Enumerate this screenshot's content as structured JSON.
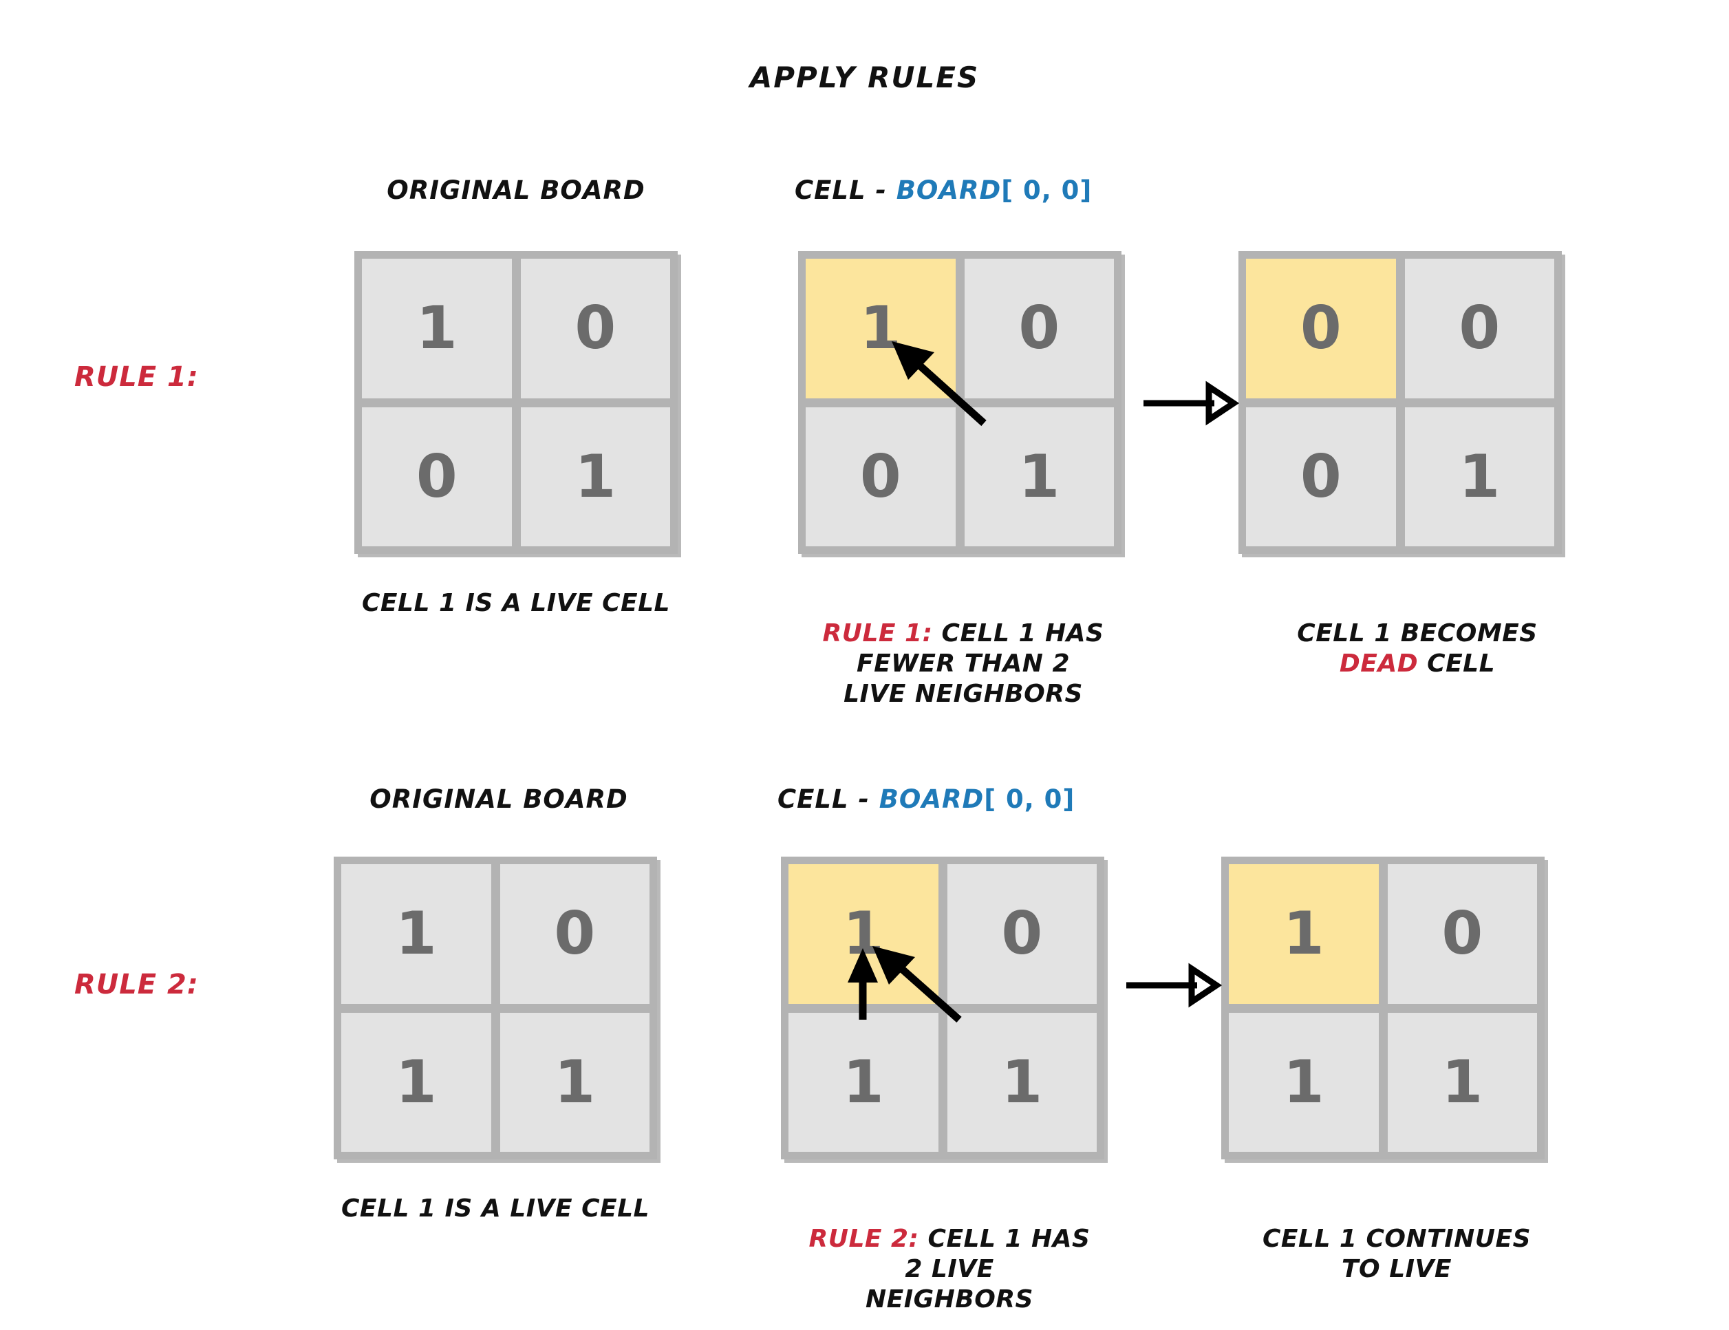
{
  "title": "APPLY RULES",
  "colors": {
    "red": "#cc2a3c",
    "blue": "#1f7ab8",
    "highlight": "#fce59d",
    "cell": "#e3e3e3",
    "grid_border": "#b3b3b3",
    "digit": "#6b6b6b",
    "text": "#111111"
  },
  "rows": [
    {
      "rule_label": "RULE 1:",
      "original": {
        "header": "ORIGINAL BOARD",
        "cells": [
          [
            "1",
            "0"
          ],
          [
            "0",
            "1"
          ]
        ],
        "highlight": [],
        "caption_plain": "CELL 1 IS A LIVE CELL"
      },
      "cell_board": {
        "header_prefix": "CELL - ",
        "header_board": "BOARD",
        "header_index": "[ 0, 0]",
        "cells": [
          [
            "1",
            "0"
          ],
          [
            "0",
            "1"
          ]
        ],
        "highlight": [
          [
            0,
            0
          ]
        ],
        "caption_rule": "RULE 1:",
        "caption_rest": " CELL 1 HAS\nFEWER THAN 2\nLIVE NEIGHBORS",
        "neighbor_arrows": [
          "diagonal-from-bottom-right"
        ]
      },
      "result": {
        "cells": [
          [
            "0",
            "0"
          ],
          [
            "0",
            "1"
          ]
        ],
        "highlight": [
          [
            0,
            0
          ]
        ],
        "caption_before": "CELL 1 BECOMES\n",
        "caption_emphasis": "DEAD",
        "caption_after": " CELL"
      }
    },
    {
      "rule_label": "RULE 2:",
      "original": {
        "header": "ORIGINAL BOARD",
        "cells": [
          [
            "1",
            "0"
          ],
          [
            "1",
            "1"
          ]
        ],
        "highlight": [],
        "caption_plain": "CELL 1 IS A LIVE CELL"
      },
      "cell_board": {
        "header_prefix": "CELL - ",
        "header_board": "BOARD",
        "header_index": "[ 0, 0]",
        "cells": [
          [
            "1",
            "0"
          ],
          [
            "1",
            "1"
          ]
        ],
        "highlight": [
          [
            0,
            0
          ]
        ],
        "caption_rule": "RULE 2:",
        "caption_rest": " CELL 1 HAS\n2 LIVE\nNEIGHBORS",
        "neighbor_arrows": [
          "vertical-from-bottom-left",
          "diagonal-from-bottom-right"
        ]
      },
      "result": {
        "cells": [
          [
            "1",
            "0"
          ],
          [
            "1",
            "1"
          ]
        ],
        "highlight": [
          [
            0,
            0
          ]
        ],
        "caption_before": "CELL 1 CONTINUES\nTO LIVE",
        "caption_emphasis": "",
        "caption_after": ""
      }
    }
  ],
  "transition_arrow": "arrow-right-open-head"
}
